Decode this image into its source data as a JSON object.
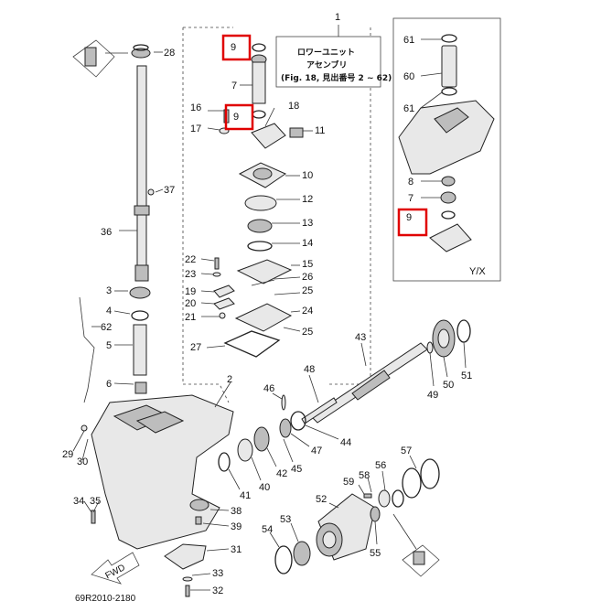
{
  "title_box": {
    "number": "1",
    "line1": "ロワーユニット",
    "line2": "アセンブリ",
    "line3": "(Fig. 18, 見出番号 2 ~ 62)"
  },
  "variant_label": "Y/X",
  "drawing_code": "69R2010-2180",
  "fwd_label": "FWD",
  "highlighted_part": "9",
  "callouts": {
    "c28": "28",
    "c7": "7",
    "c16": "16",
    "c17": "17",
    "c18": "18",
    "c11": "11",
    "c10": "10",
    "c12": "12",
    "c13": "13",
    "c14": "14",
    "c37": "37",
    "c36": "36",
    "c22": "22",
    "c23": "23",
    "c19": "19",
    "c20": "20",
    "c21": "21",
    "c15": "15",
    "c26": "26",
    "c25a": "25",
    "c24": "24",
    "c25b": "25",
    "c27": "27",
    "c3": "3",
    "c4": "4",
    "c62": "62",
    "c5": "5",
    "c6": "6",
    "c2": "2",
    "c43": "43",
    "c48": "48",
    "c46": "46",
    "c44": "44",
    "c47": "47",
    "c45": "45",
    "c42": "42",
    "c40": "40",
    "c41": "41",
    "c29": "29",
    "c30": "30",
    "c34": "34",
    "c35": "35",
    "c38": "38",
    "c39": "39",
    "c31": "31",
    "c33": "33",
    "c32": "32",
    "c49": "49",
    "c50": "50",
    "c51": "51",
    "c52": "52",
    "c53": "53",
    "c54": "54",
    "c55": "55",
    "c56": "56",
    "c57": "57",
    "c58": "58",
    "c59": "59",
    "c61a": "61",
    "c60": "60",
    "c61b": "61",
    "c8": "8",
    "c7b": "7"
  }
}
